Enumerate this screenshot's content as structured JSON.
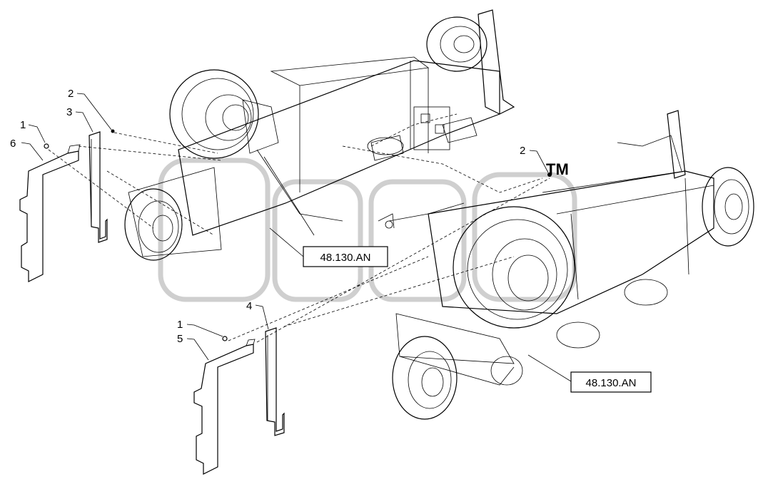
{
  "callouts": [
    {
      "id": "c1a",
      "label": "1"
    },
    {
      "id": "c6",
      "label": "6"
    },
    {
      "id": "c2a",
      "label": "2"
    },
    {
      "id": "c3",
      "label": "3"
    },
    {
      "id": "c2b",
      "label": "2"
    },
    {
      "id": "c4",
      "label": "4"
    },
    {
      "id": "c1b",
      "label": "1"
    },
    {
      "id": "c5",
      "label": "5"
    }
  ],
  "references": [
    {
      "id": "ref-upper",
      "label": "48.130.AN"
    },
    {
      "id": "ref-lower",
      "label": "48.130.AN"
    }
  ],
  "watermark": {
    "trademark": "TM"
  }
}
